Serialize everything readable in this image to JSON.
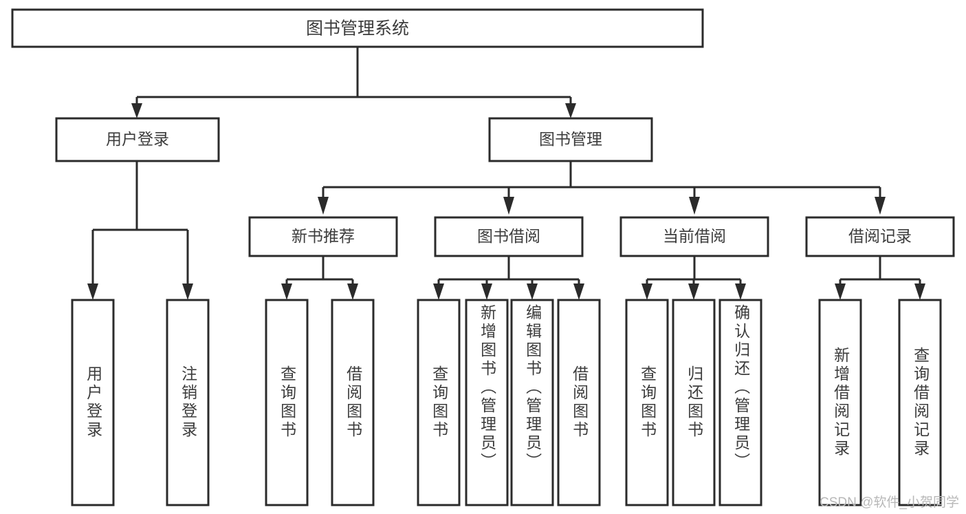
{
  "diagram": {
    "title": "图书管理系统",
    "watermark": "CSDN @软件_小贺同学",
    "colors": {
      "box_stroke": "#2b2b2b",
      "box_fill": "#ffffff",
      "text": "#3c3c3c",
      "connector": "#2b2b2b",
      "watermark": "#b8b8b8",
      "background": "#ffffff"
    }
  },
  "chart_data": {
    "type": "tree",
    "title": "图书管理系统",
    "orientation": "top-down",
    "root": {
      "label": "图书管理系统",
      "children": [
        {
          "label": "用户登录",
          "children": [
            {
              "label": "用户登录"
            },
            {
              "label": "注销登录"
            }
          ]
        },
        {
          "label": "图书管理",
          "children": [
            {
              "label": "新书推荐",
              "children": [
                {
                  "label": "查询图书"
                },
                {
                  "label": "借阅图书"
                }
              ]
            },
            {
              "label": "图书借阅",
              "children": [
                {
                  "label": "查询图书"
                },
                {
                  "label": "新增图书（管理员）"
                },
                {
                  "label": "编辑图书（管理员）"
                },
                {
                  "label": "借阅图书"
                }
              ]
            },
            {
              "label": "当前借阅",
              "children": [
                {
                  "label": "查询图书"
                },
                {
                  "label": "归还图书"
                },
                {
                  "label": "确认归还（管理员）"
                }
              ]
            },
            {
              "label": "借阅记录",
              "children": [
                {
                  "label": "新增借阅记录"
                },
                {
                  "label": "查询借阅记录"
                }
              ]
            }
          ]
        }
      ]
    }
  },
  "nodes": {
    "root": {
      "label": "图书管理系统"
    },
    "level2": [
      {
        "label": "用户登录"
      },
      {
        "label": "图书管理"
      }
    ],
    "level3": [
      {
        "label": "新书推荐"
      },
      {
        "label": "图书借阅"
      },
      {
        "label": "当前借阅"
      },
      {
        "label": "借阅记录"
      }
    ],
    "leaves": [
      {
        "label": "用户登录"
      },
      {
        "label": "注销登录"
      },
      {
        "label": "查询图书"
      },
      {
        "label": "借阅图书"
      },
      {
        "label": "查询图书"
      },
      {
        "label": "新增图书（管理员）"
      },
      {
        "label": "编辑图书（管理员）"
      },
      {
        "label": "借阅图书"
      },
      {
        "label": "查询图书"
      },
      {
        "label": "归还图书"
      },
      {
        "label": "确认归还（管理员）"
      },
      {
        "label": "新增借阅记录"
      },
      {
        "label": "查询借阅记录"
      }
    ]
  }
}
